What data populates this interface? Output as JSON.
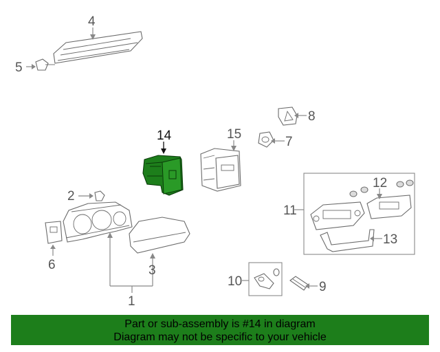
{
  "diagram": {
    "callouts": {
      "c1": "1",
      "c2": "2",
      "c3": "3",
      "c4": "4",
      "c5": "5",
      "c6": "6",
      "c7": "7",
      "c8": "8",
      "c9": "9",
      "c10": "10",
      "c11": "11",
      "c12": "12",
      "c13": "13",
      "c14": "14",
      "c15": "15"
    },
    "highlight_part": "14",
    "highlight_color": "#1d7e1b"
  },
  "banner": {
    "line1": "Part or sub-assembly is #14 in diagram",
    "line2": "Diagram may not be specific to your vehicle",
    "background": "#1d7e1b"
  }
}
